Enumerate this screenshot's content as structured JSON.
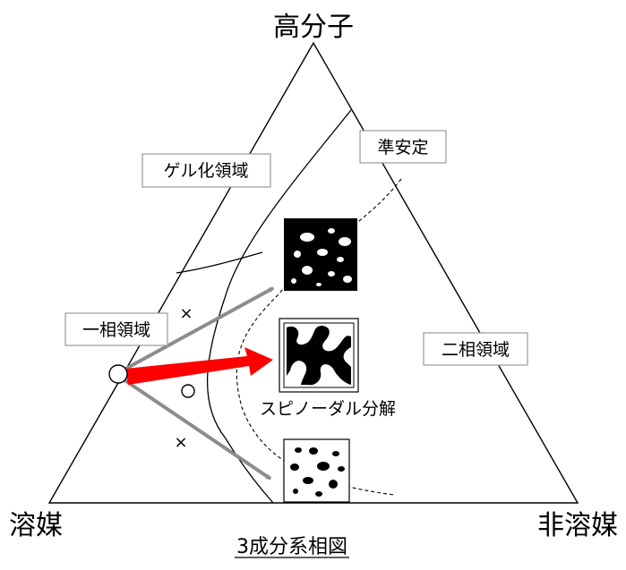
{
  "diagram": {
    "corners": {
      "top": "高分子",
      "bottom_left": "溶媒",
      "bottom_right": "非溶媒"
    },
    "region_labels": {
      "gel": "ゲル化領域",
      "metastable": "準安定",
      "one_phase": "一相領域",
      "two_phase": "二相領域"
    },
    "process_label": "スピノーダル分解",
    "caption": "3成分系相図",
    "symbols": {
      "cross_upper": "×",
      "cross_lower": "×"
    },
    "colors": {
      "line": "#000000",
      "arrow_main": "#ff0000",
      "arrow_side": "#8c8c8c",
      "label_border": "#9a9a9a"
    }
  }
}
